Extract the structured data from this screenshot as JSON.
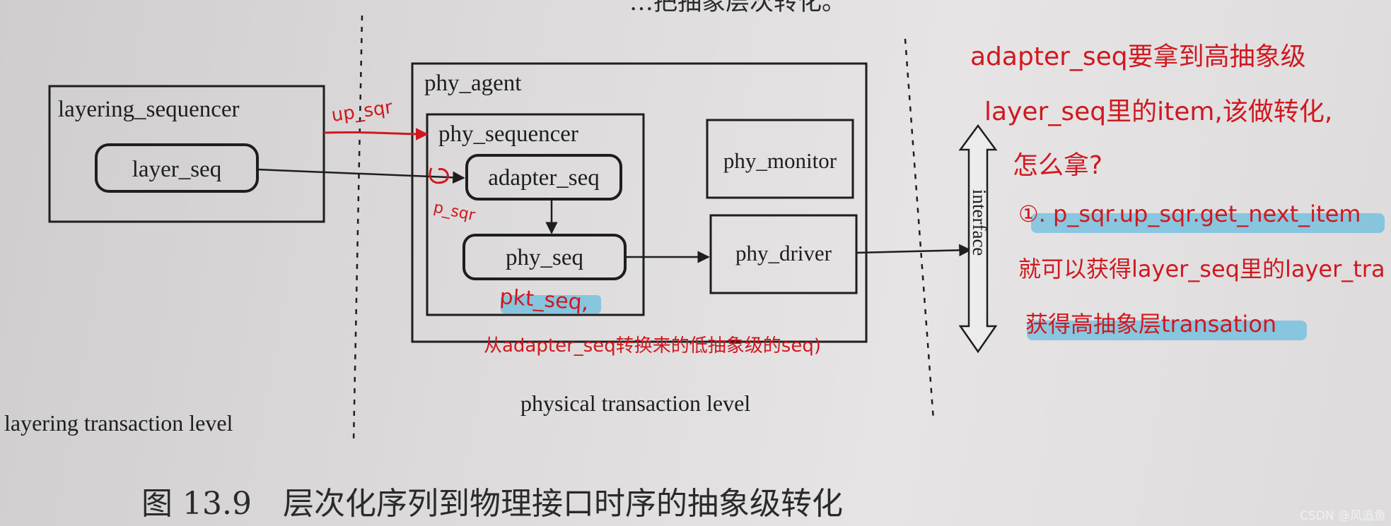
{
  "top_text": "…把抽象层次转化。",
  "zones": {
    "left": "layering transaction level",
    "middle": "physical transaction level"
  },
  "blocks": {
    "layering_sequencer": "layering_sequencer",
    "layer_seq": "layer_seq",
    "phy_agent": "phy_agent",
    "phy_sequencer": "phy_sequencer",
    "adapter_seq": "adapter_seq",
    "phy_seq": "phy_seq",
    "phy_monitor": "phy_monitor",
    "phy_driver": "phy_driver",
    "interface": "interface"
  },
  "handwritten": {
    "up_sqr": "up_sqr",
    "p_sqr": "p_sqr",
    "pkt_seq": "pkt_seq,",
    "adapter_note": "从adapter_seq转换来的低抽象级的seq)",
    "note_line1": "adapter_seq要拿到高抽象级",
    "note_line2": "layer_seq里的item,该做转化,",
    "note_line3": "怎么拿?",
    "note_line4": "①. p_sqr.up_sqr.get_next_item",
    "note_line5": "就可以获得layer_seq里的layer_tra",
    "note_line6": "获得高抽象层transation"
  },
  "caption": "图 13.9　层次化序列到物理接口时序的抽象级转化",
  "watermark": "CSDN @风追鱼",
  "colors": {
    "ink": "#1e1e1e",
    "pen_red": "#d01820",
    "highlighter": "#3fb1de",
    "paper": "#dcdada"
  }
}
